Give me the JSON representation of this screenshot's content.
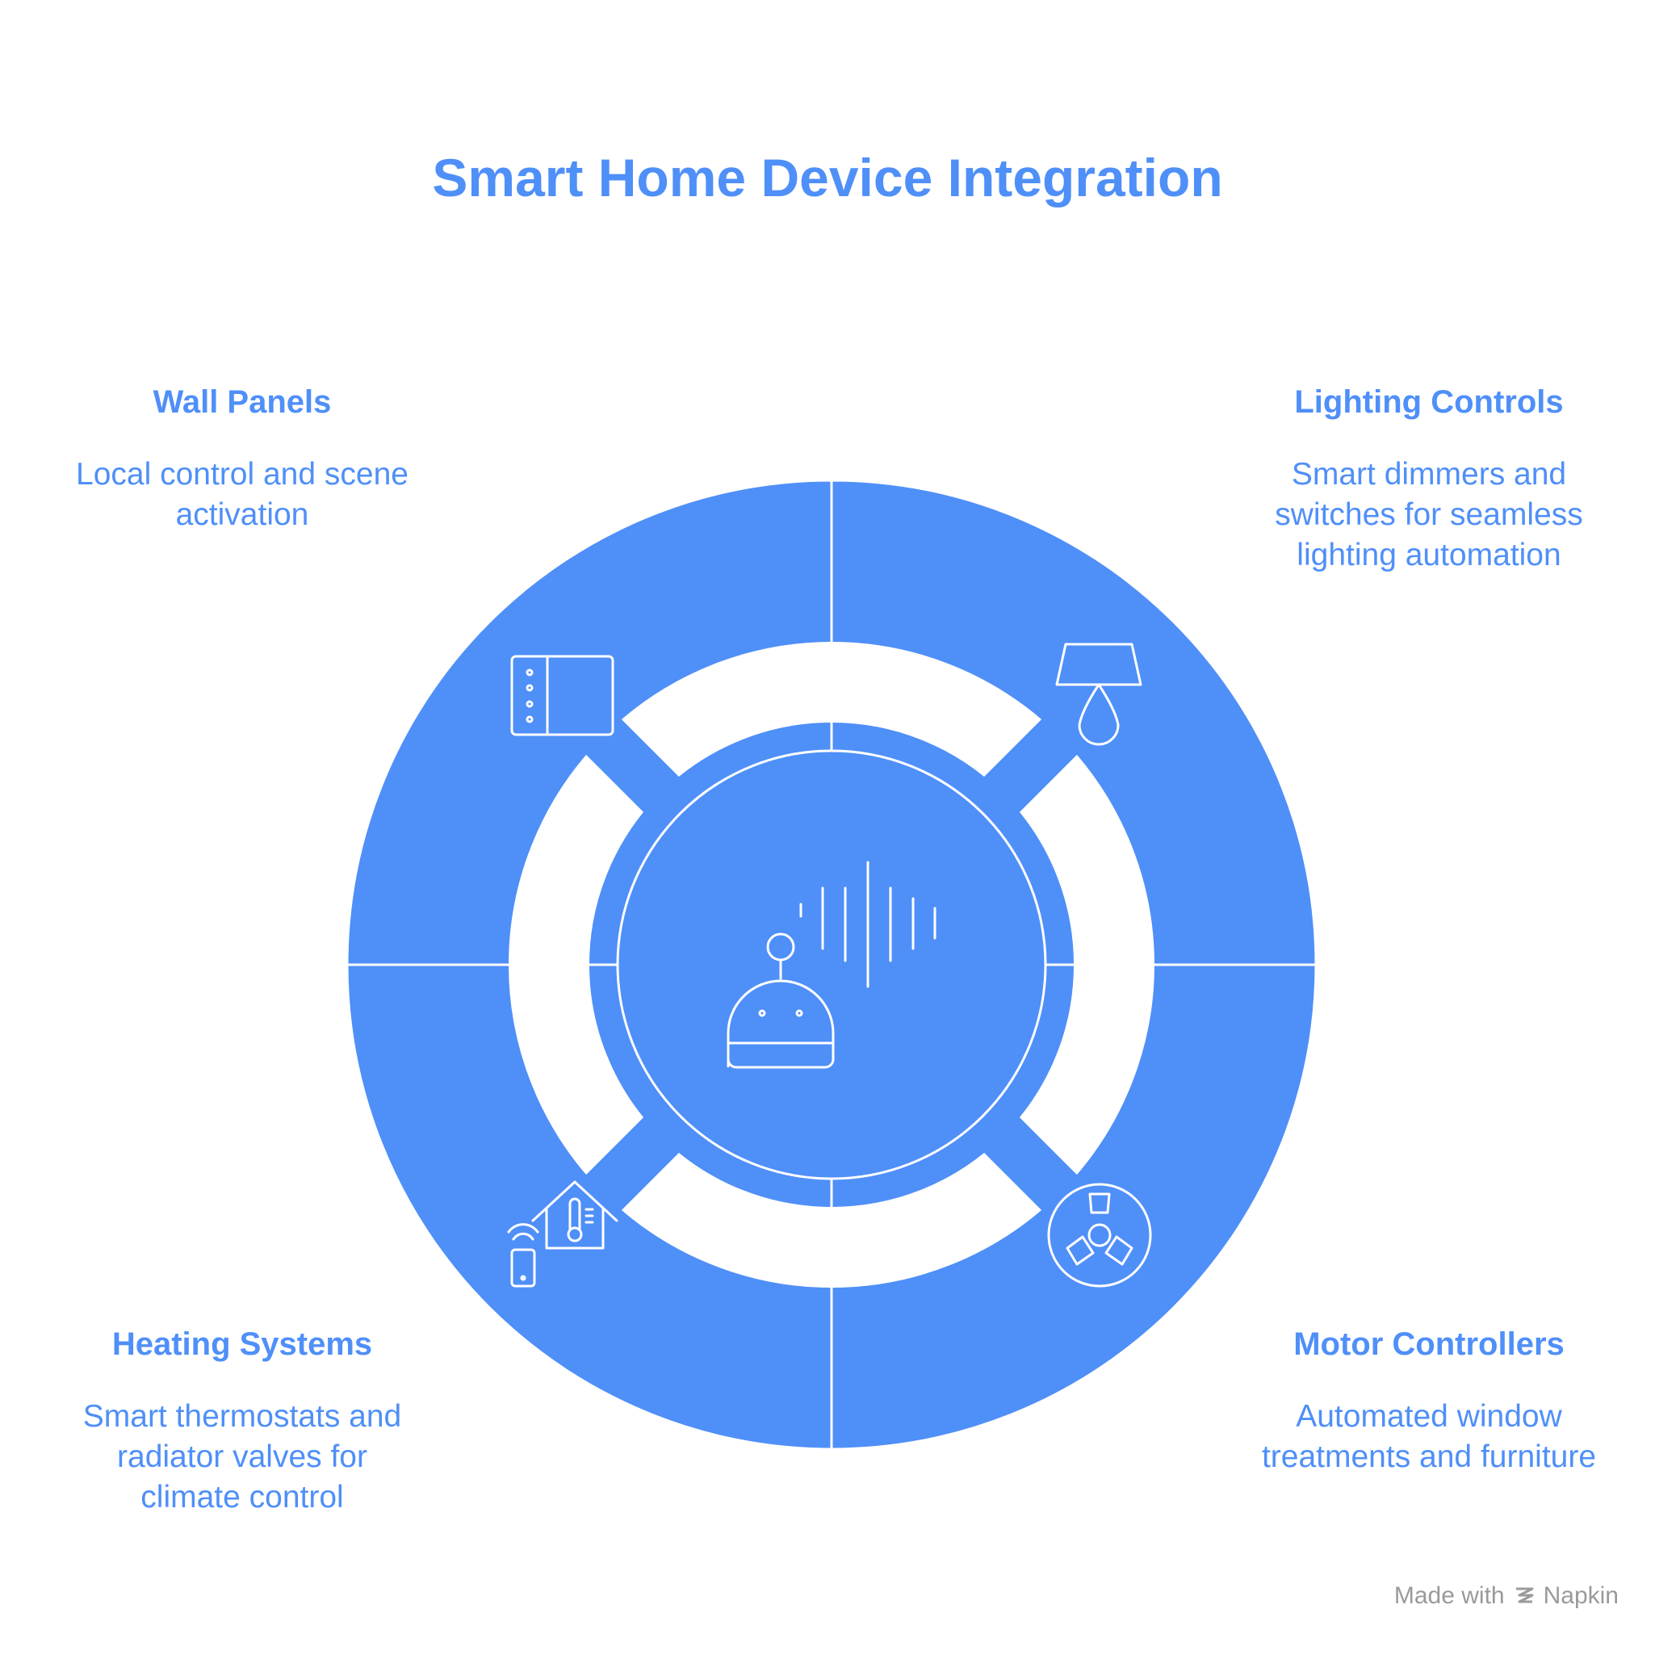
{
  "title": "Smart Home Device Integration",
  "colors": {
    "accent": "#4f8ff8",
    "background": "#ffffff",
    "line": "#ffffff",
    "footer": "#9a9a9a"
  },
  "center": {
    "icon": "robot-voice-assistant-icon"
  },
  "segments": [
    {
      "id": "wall",
      "heading": "Wall Panels",
      "desc_lines": [
        "Local control and scene",
        "activation"
      ],
      "icon": "wall-panel-icon"
    },
    {
      "id": "lighting",
      "heading": "Lighting Controls",
      "desc_lines": [
        "Smart dimmers and",
        "switches for seamless",
        "lighting automation"
      ],
      "icon": "lamp-icon"
    },
    {
      "id": "heating",
      "heading": "Heating Systems",
      "desc_lines": [
        "Smart thermostats and",
        "radiator valves for",
        "climate control"
      ],
      "icon": "house-thermometer-icon"
    },
    {
      "id": "motor",
      "heading": "Motor Controllers",
      "desc_lines": [
        "Automated window",
        "treatments and furniture"
      ],
      "icon": "fan-icon"
    }
  ],
  "footer": {
    "made_with": "Made with",
    "brand": "Napkin"
  }
}
